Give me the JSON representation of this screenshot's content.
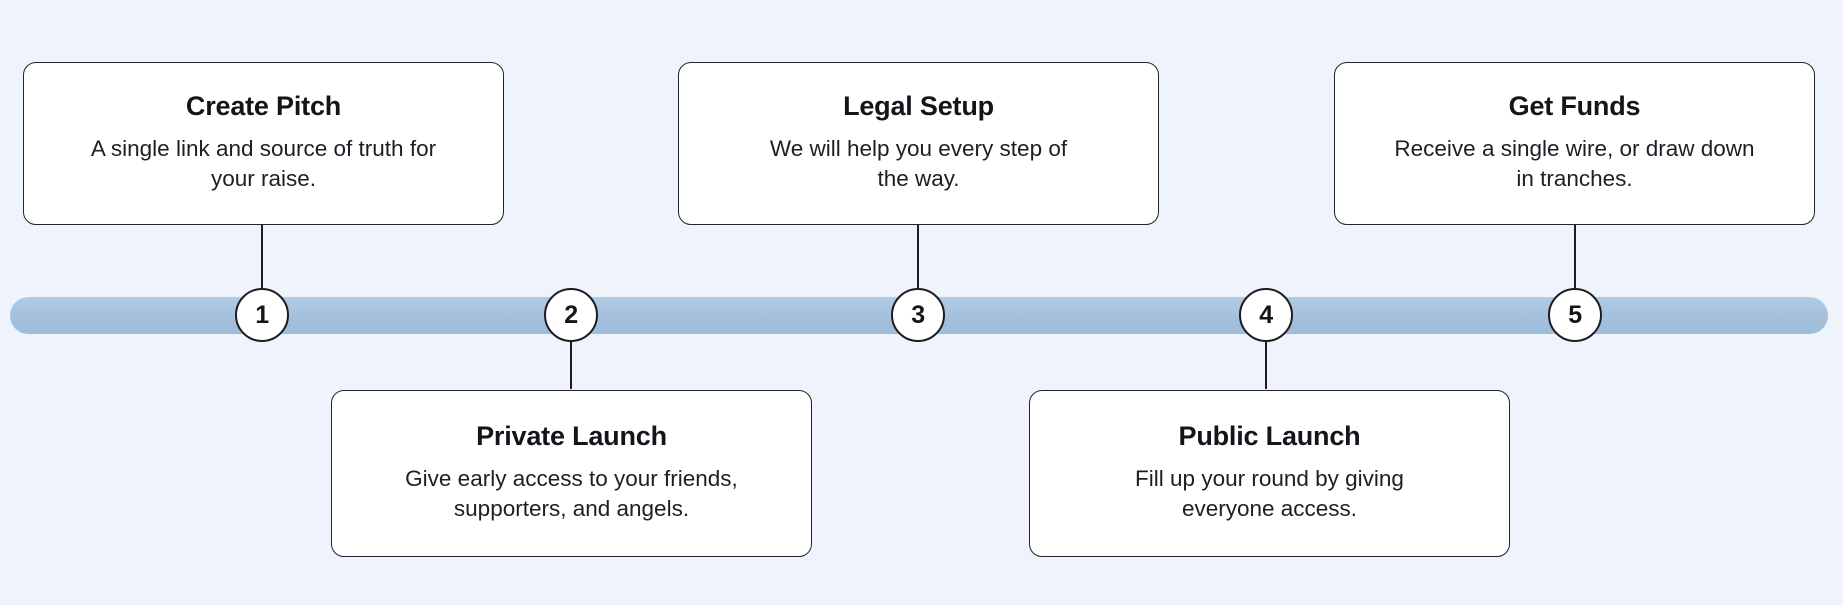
{
  "diagram": {
    "type": "horizontal-timeline",
    "title": "",
    "background_color": "#eef3fc",
    "rail_color": "#a4c0dc",
    "node_border_color": "#1c1c22",
    "card_background": "#ffffff",
    "card_border_color": "#24242c",
    "text_color": "#14141a",
    "steps": [
      {
        "number": "1",
        "title": "Create Pitch",
        "description": "A single link and source of truth for\nyour raise.",
        "position": "above"
      },
      {
        "number": "2",
        "title": "Private Launch",
        "description": "Give early access to your friends,\nsupporters, and angels.",
        "position": "below"
      },
      {
        "number": "3",
        "title": "Legal Setup",
        "description": "We will help you every step of\nthe way.",
        "position": "above"
      },
      {
        "number": "4",
        "title": "Public Launch",
        "description": "Fill up your round by giving\neveryone access.",
        "position": "below"
      },
      {
        "number": "5",
        "title": "Get Funds",
        "description": "Receive a single wire, or draw down\nin tranches.",
        "position": "above"
      }
    ]
  }
}
